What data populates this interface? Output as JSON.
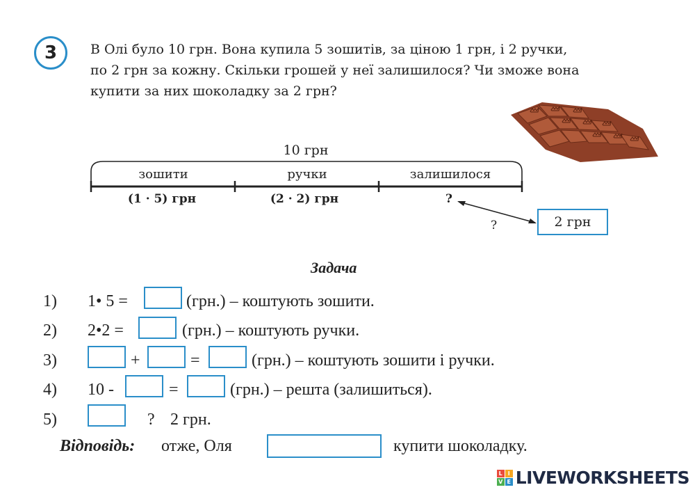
{
  "exercise": {
    "number": "3",
    "text_lines": [
      "В Олі було 10 грн. Вона купила 5 зошитів, за ціною 1 грн, і 2 ручки,",
      "по 2 грн за кожну. Скільки грошей у неї залишилося? Чи зможе вона",
      "купити за них шоколадку за 2 грн?"
    ]
  },
  "diagram": {
    "total": "10 грн",
    "segments": [
      {
        "label": "зошити",
        "sub": "(1 · 5) грн"
      },
      {
        "label": "ручки",
        "sub": "(2 · 2) грн"
      },
      {
        "label": "залишилося",
        "sub": "?"
      }
    ],
    "compare_question": "?",
    "price_box": "2 грн"
  },
  "task": {
    "title": "Задача",
    "rows": {
      "r1": {
        "n": "1)",
        "expr": "1• 5 =",
        "tail": "(грн.) – коштують зошити."
      },
      "r2": {
        "n": "2)",
        "expr": "2•2 =",
        "tail": "(грн.) – коштують ручки."
      },
      "r3": {
        "n": "3)",
        "plus": "+",
        "eq": "=",
        "tail": "(грн.) – коштують зошити і ручки."
      },
      "r4": {
        "n": "4)",
        "expr": "10 -",
        "eq": "=",
        "tail": "(грн.) – решта (залишиться)."
      },
      "r5": {
        "n": "5)",
        "q": "?",
        "tail": "2 грн."
      }
    },
    "answer": {
      "label": "Відповідь:",
      "middle": "отже, Оля",
      "tail": "купити шоколадку."
    }
  },
  "brand": {
    "name": "LIVEWORKSHEETS",
    "grid_letters": [
      "L",
      "I",
      "V",
      "E"
    ],
    "grid_colors": [
      "#e94b3c",
      "#f5a623",
      "#4caf50",
      "#2a8ec9"
    ]
  },
  "colors": {
    "accent": "#2a8ec9",
    "chocolate": "#9c4a2e"
  }
}
